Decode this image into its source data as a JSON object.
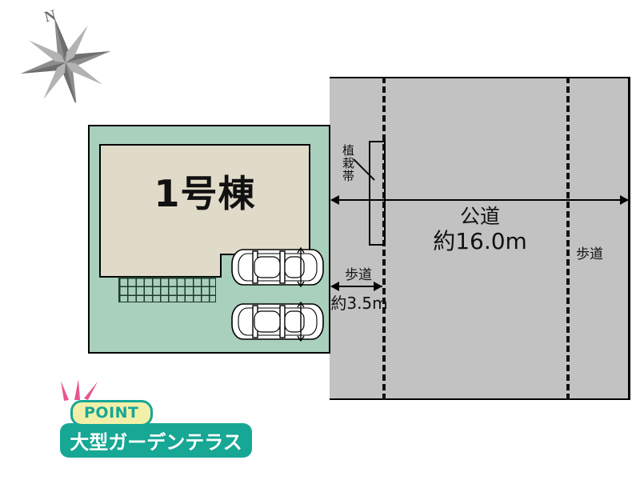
{
  "compass": {
    "north_label": "N",
    "icon": "compass-rose-icon"
  },
  "lot": {
    "building_label": "1号棟",
    "terrace_name": "garden-terrace",
    "cars": [
      {
        "name": "parked-car-1"
      },
      {
        "name": "parked-car-2"
      }
    ]
  },
  "road": {
    "name_line1": "公道",
    "name_line2": "約16.0m",
    "planting_strip_label": "植栽帯",
    "sidewalk_left_label": "歩道",
    "sidewalk_left_dim": "約3.5m",
    "sidewalk_right_label": "歩道"
  },
  "point": {
    "badge_label": "POINT",
    "banner_text": "大型ガーデンテラス"
  },
  "colors": {
    "lot_green": "#a9cfbd",
    "building_beige": "#e0dac8",
    "road_gray": "#c2c2c2",
    "teal": "#17a795",
    "badge_yellow": "#f2f0a8",
    "sparkle_pink": "#e8568e",
    "outline": "#000000"
  }
}
